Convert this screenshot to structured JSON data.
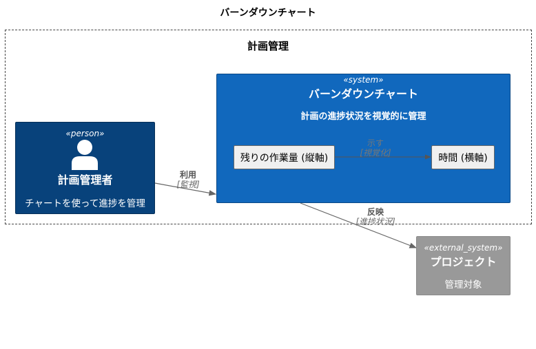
{
  "title": "バーンダウンチャート",
  "boundary": {
    "label": "計画管理"
  },
  "system": {
    "stereotype": "«system»",
    "name": "バーンダウンチャート",
    "description": "計画の進捗状況を視覚的に管理",
    "components": [
      {
        "label": "残りの作業量 (縦軸)"
      },
      {
        "label": "時間 (横軸)"
      }
    ],
    "internal_relation": {
      "label": "示す",
      "technology": "[視覚化]"
    }
  },
  "person": {
    "stereotype": "«person»",
    "name": "計画管理者",
    "description": "チャートを使って進捗を管理",
    "icon": "person-icon"
  },
  "external_system": {
    "stereotype": "«external_system»",
    "name": "プロジェクト",
    "description": "管理対象"
  },
  "relations": [
    {
      "label": "利用",
      "technology": "[監視]"
    },
    {
      "label": "反映",
      "technology": "[進捗状況]"
    }
  ],
  "colors": {
    "system": "#1168bd",
    "person": "#08427b",
    "external_system": "#999999",
    "component": "#f0f0f0"
  }
}
